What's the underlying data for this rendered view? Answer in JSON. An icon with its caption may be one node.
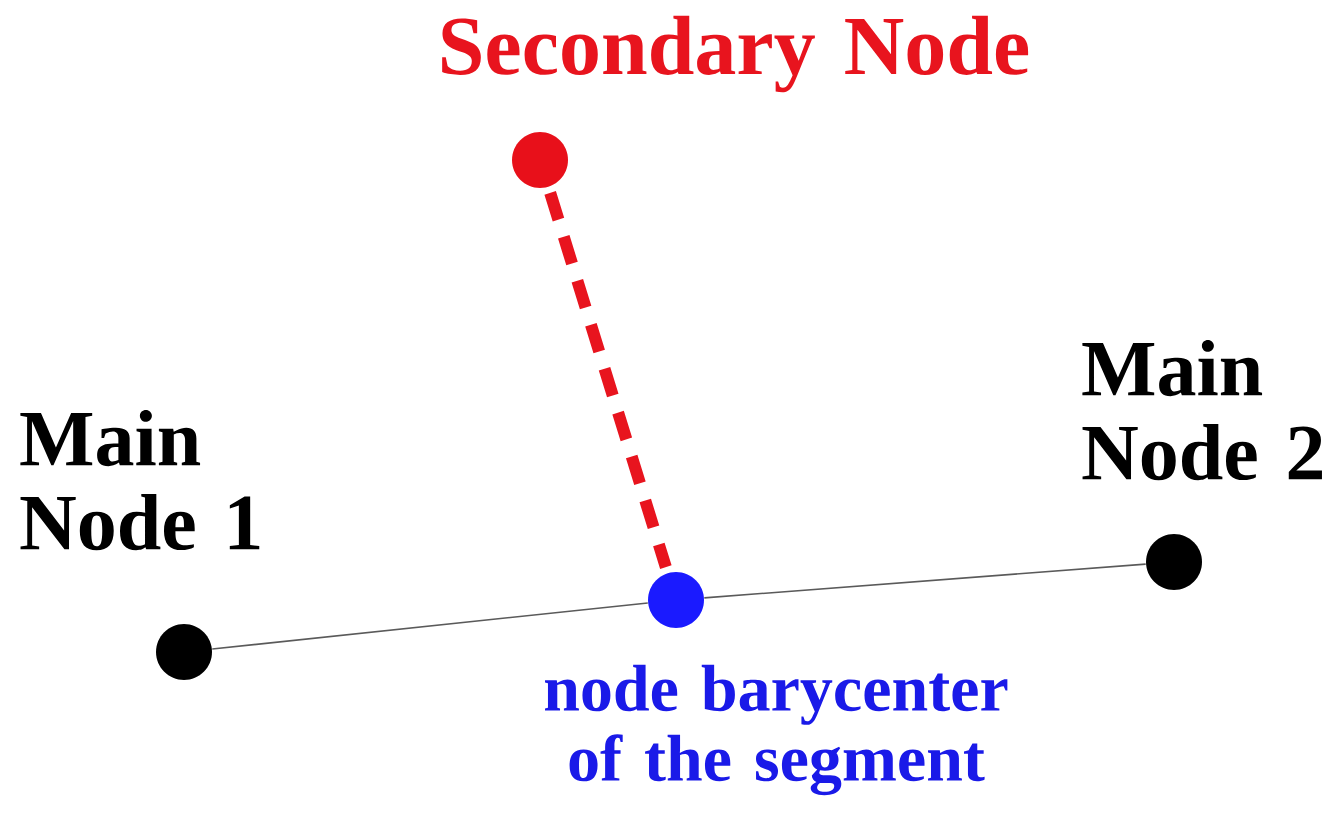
{
  "diagram": {
    "nodes": [
      {
        "text": [],
        "shape": "circle",
        "beside": [
          "Secondary Node"
        ]
      },
      {
        "text": [],
        "shape": "circle",
        "beside": [
          "Main Node 1"
        ]
      },
      {
        "text": [],
        "shape": "circle",
        "beside": [
          "node barycenter of the segment"
        ]
      },
      {
        "text": [],
        "shape": "circle",
        "beside": [
          "Main Node 2"
        ]
      }
    ],
    "edges": [
      {
        "from": 1,
        "to": 2,
        "arrow": "none"
      },
      {
        "from": 2,
        "to": 3,
        "arrow": "none"
      },
      {
        "from": 0,
        "to": 2,
        "arrow": "none",
        "style": "dashed",
        "color": "#e8141e"
      }
    ]
  }
}
